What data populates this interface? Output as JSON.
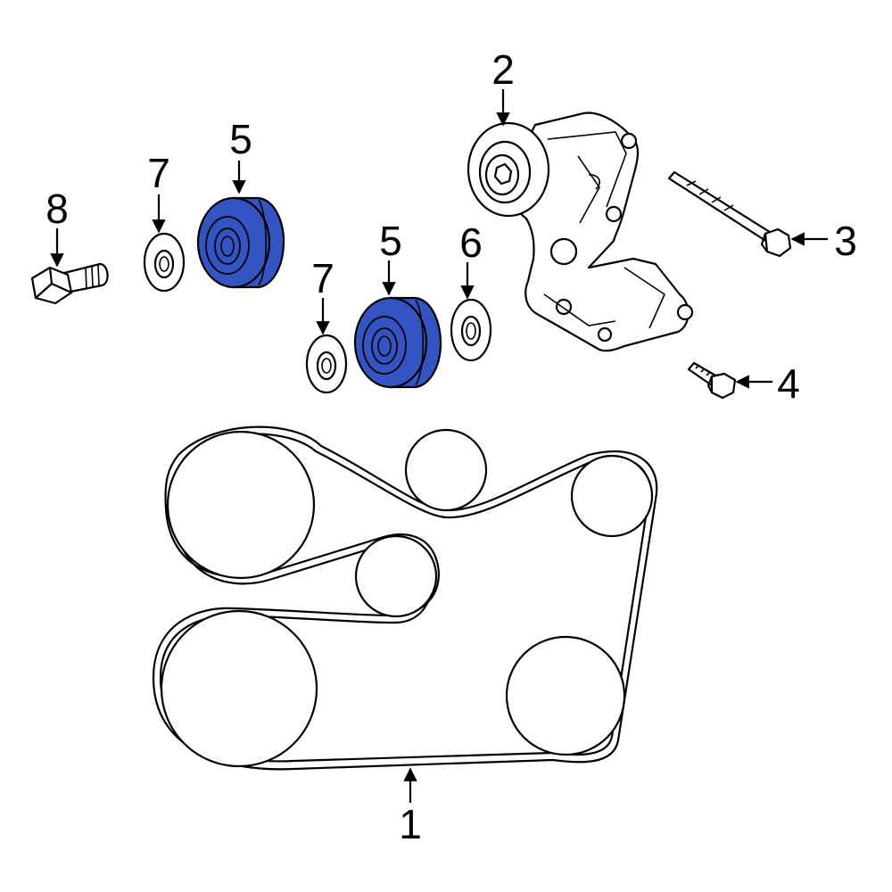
{
  "colors": {
    "highlight": "#3355c4",
    "line": "#000000",
    "background": "#ffffff"
  },
  "callouts": {
    "belt": "1",
    "tensioner": "2",
    "tensioner_bolt": "3",
    "bracket_bolt": "4",
    "idler_upper": "5",
    "idler_lower": "5",
    "washer_right": "6",
    "washer_left": "7",
    "washer_lower": "7",
    "idler_bolt": "8"
  }
}
